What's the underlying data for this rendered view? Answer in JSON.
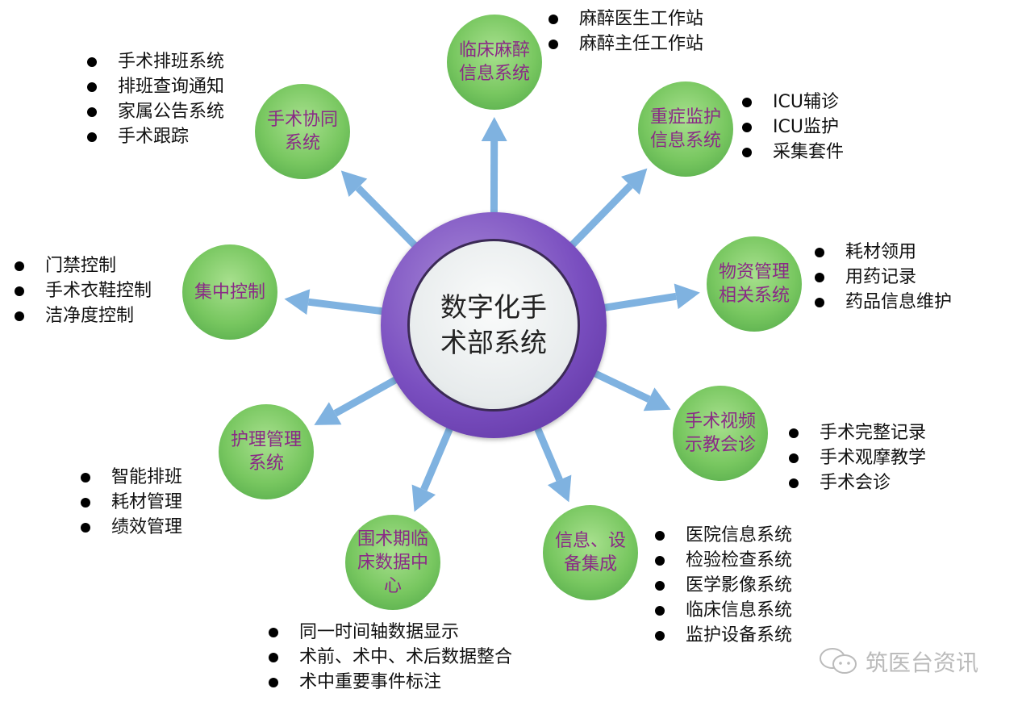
{
  "center": {
    "title": "数字化手术部系统"
  },
  "nodes": {
    "anesthesia": {
      "label": "临床麻醉信息系统",
      "items": [
        "麻醉医生工作站",
        "麻醉主任工作站"
      ]
    },
    "coordination": {
      "label": "手术协同系统",
      "items": [
        "手术排班系统",
        "排班查询通知",
        "家属公告系统",
        "手术跟踪"
      ]
    },
    "icu": {
      "label": "重症监护信息系统",
      "items": [
        "ICU辅诊",
        "ICU监护",
        "采集套件"
      ]
    },
    "central": {
      "label": "集中控制",
      "items": [
        "门禁控制",
        "手术衣鞋控制",
        "洁净度控制"
      ]
    },
    "materials": {
      "label": "物资管理相关系统",
      "items": [
        "耗材领用",
        "用药记录",
        "药品信息维护"
      ]
    },
    "nursing": {
      "label": "护理管理系统",
      "items": [
        "智能排班",
        "耗材管理",
        "绩效管理"
      ]
    },
    "video": {
      "label": "手术视频示教会诊",
      "items": [
        "手术完整记录",
        "手术观摩教学",
        "手术会诊"
      ]
    },
    "perioperative": {
      "label": "围术期临床数据中心",
      "items": [
        "同一时间轴数据显示",
        "术前、术中、术后数据整合",
        "术中重要事件标注"
      ]
    },
    "integration": {
      "label": "信息、设备集成",
      "items": [
        "医院信息系统",
        "检验检查系统",
        "医学影像系统",
        "临床信息系统",
        "监护设备系统"
      ]
    }
  },
  "watermark": "筑医台资讯",
  "colors": {
    "arrow": "#7fb2e0",
    "hub": "#7a4fc0",
    "node": "#78c760",
    "node_text": "#8a2a86"
  }
}
